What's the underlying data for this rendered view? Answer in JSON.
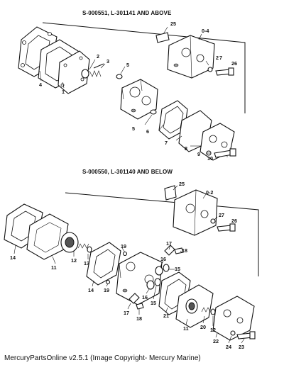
{
  "upper_section": {
    "heading": "S-000551, L-301141 AND ABOVE",
    "callouts": [
      "25",
      "0-4",
      "2",
      "3",
      "5",
      "2",
      "7",
      "26",
      "4",
      "1",
      "6",
      "7",
      "8",
      "9",
      "10",
      "5"
    ]
  },
  "lower_section": {
    "heading": "S-000550, L-301140 AND BELOW",
    "callouts": [
      "25",
      "0-2",
      "27",
      "26",
      "14",
      "11",
      "12",
      "13",
      "19",
      "17",
      "18",
      "16",
      "15",
      "14",
      "19",
      "16",
      "15",
      "21",
      "17",
      "18",
      "11",
      "20",
      "12",
      "22",
      "24",
      "23"
    ]
  },
  "footer": "MercuryPartsOnline v2.5.1 (Image Copyright- Mercury Marine)"
}
